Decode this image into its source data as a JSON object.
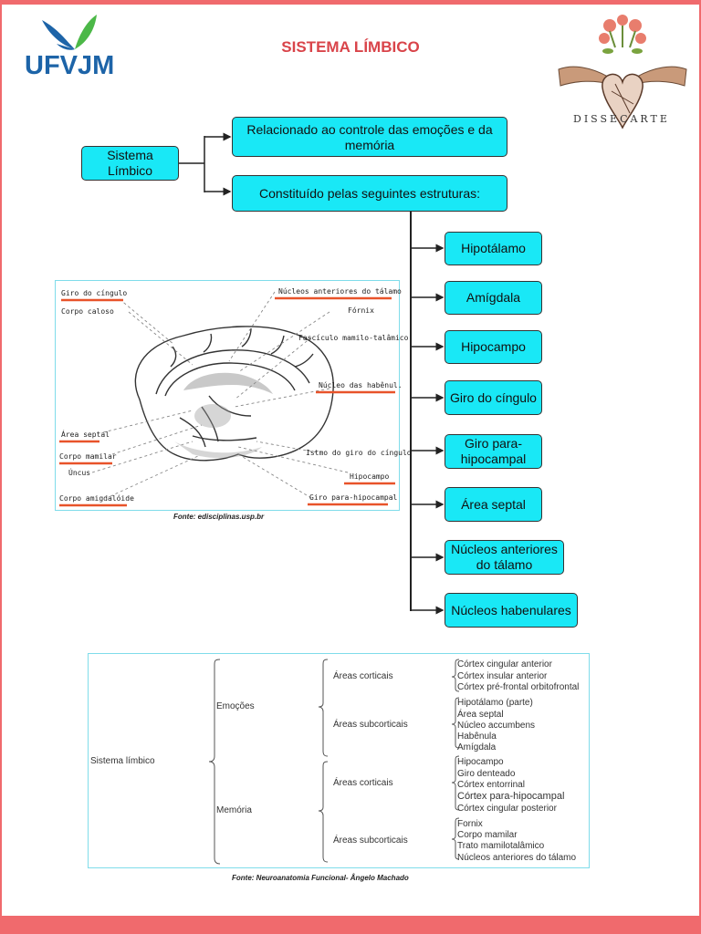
{
  "header": {
    "logo_text": "UFVJM",
    "title": "SISTEMA LÍMBICO",
    "art_text": "DISSECARTE"
  },
  "flow": {
    "root": "Sistema Límbico",
    "desc": "Relacionado ao controle das emoções e da memória",
    "constituted": "Constituído pelas seguintes estruturas:",
    "structures": [
      "Hipotálamo",
      "Amígdala",
      "Hipocampo",
      "Giro do cíngulo",
      "Giro para-hipocampal",
      "Área septal",
      "Núcleos anteriores do tálamo",
      "Núcleos habenulares"
    ]
  },
  "brain_figure": {
    "labels": {
      "giro_cingulo": "Giro do cíngulo",
      "corpo_caloso": "Corpo caloso",
      "nucleos_anteriores": "Núcleos anteriores do tálamo",
      "fornix": "Fórnix",
      "fasciculo": "Fascículo mamilo-talâmico",
      "nucleo_habenul": "Núcleo das habênul.",
      "area_septal": "Área septal",
      "corpo_mamilar": "Corpo mamilar",
      "uncus": "Úncus",
      "corpo_amigdaloide": "Corpo amigdalóide",
      "istmo": "Istmo do giro do cíngulo",
      "hipocampo": "Hipocampo",
      "giro_para": "Giro para-hipocampal"
    },
    "caption": "Fonte: edisciplinas.usp.br",
    "highlight_color": "#e8532a"
  },
  "table_figure": {
    "root": "Sistema límbico",
    "groups": [
      {
        "name": "Emoções",
        "areas": [
          {
            "name": "Áreas corticais",
            "items": [
              "Córtex cingular anterior",
              "Córtex insular anterior",
              "Córtex pré-frontal orbitofrontal"
            ]
          },
          {
            "name": "Áreas subcorticais",
            "items": [
              "Hipotálamo (parte)",
              "Área septal",
              "Núcleo accumbens",
              "Habênula",
              "Amígdala"
            ]
          }
        ]
      },
      {
        "name": "Memória",
        "areas": [
          {
            "name": "Áreas corticais",
            "items": [
              "Hipocampo",
              "Giro denteado",
              "Córtex entorrinal",
              "Córtex para-hipocampal",
              "Córtex cingular posterior"
            ]
          },
          {
            "name": "Áreas subcorticais",
            "items": [
              "Fornix",
              "Corpo mamilar",
              "Trato mamilotalâmico",
              "Núcleos anteriores do tálamo"
            ]
          }
        ]
      }
    ],
    "caption": "Fonte: Neuroanatomia Funcional- Ângelo Machado"
  },
  "colors": {
    "accent_red": "#f06a6d",
    "title_red": "#d9444a",
    "node_cyan": "#19e8f6",
    "logo_blue": "#1d64a8",
    "logo_green": "#4cb848"
  }
}
